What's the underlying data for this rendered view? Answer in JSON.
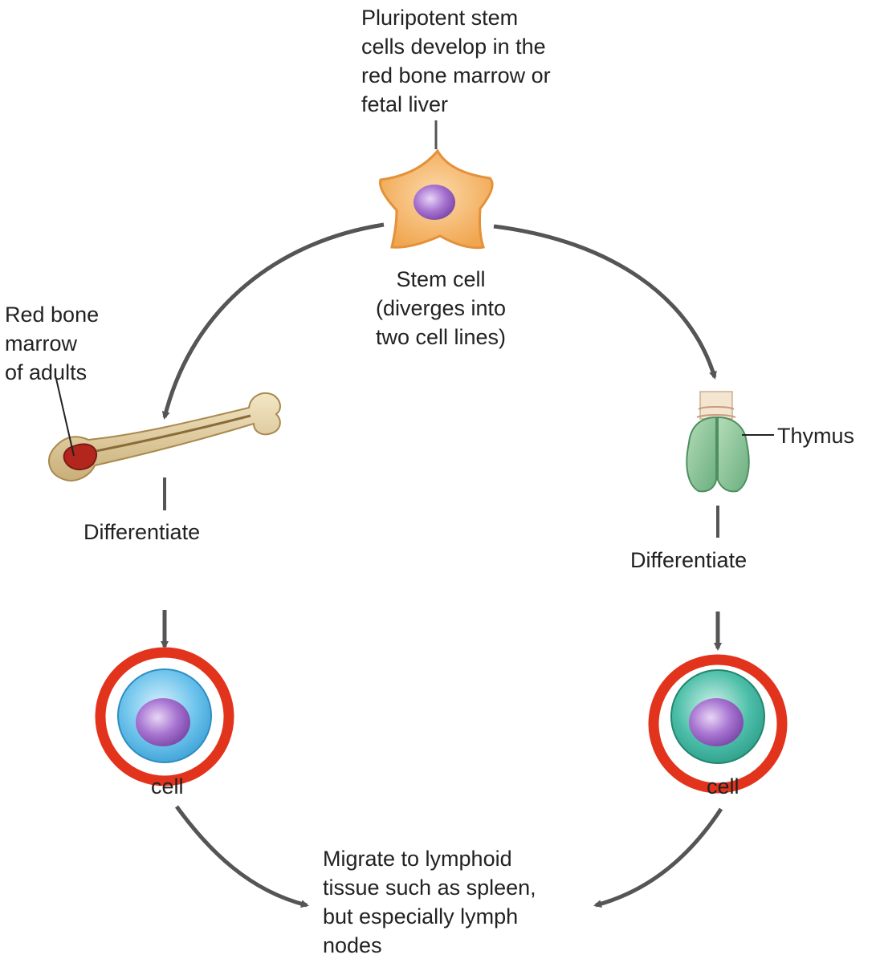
{
  "labels": {
    "stem_origin": [
      "Pluripotent stem",
      "cells develop in the",
      "red bone marrow or",
      "fetal liver"
    ],
    "stem_cell": [
      "Stem cell",
      "(diverges into",
      "two cell lines)"
    ],
    "red_bone_marrow": [
      "Red bone",
      "marrow",
      "of adults"
    ],
    "thymus": "Thymus",
    "differentiate_left": "Differentiate",
    "differentiate_right": "Differentiate",
    "cell_left_partial": "cell",
    "cell_right_partial": "cell",
    "migrate": [
      "Migrate to lymphoid",
      "tissue such as spleen,",
      "but especially lymph",
      "nodes"
    ]
  },
  "colors": {
    "arrow": "#555555",
    "highlight_ring": "#e2341d",
    "stem_cell_body": "#f4b25e",
    "nucleus": "#9a62c4",
    "bone": "#dcc79a",
    "marrow": "#b3261e",
    "thymus": "#8bc49a",
    "b_cell": "#5ab9e8",
    "t_cell": "#3fb7a8"
  }
}
